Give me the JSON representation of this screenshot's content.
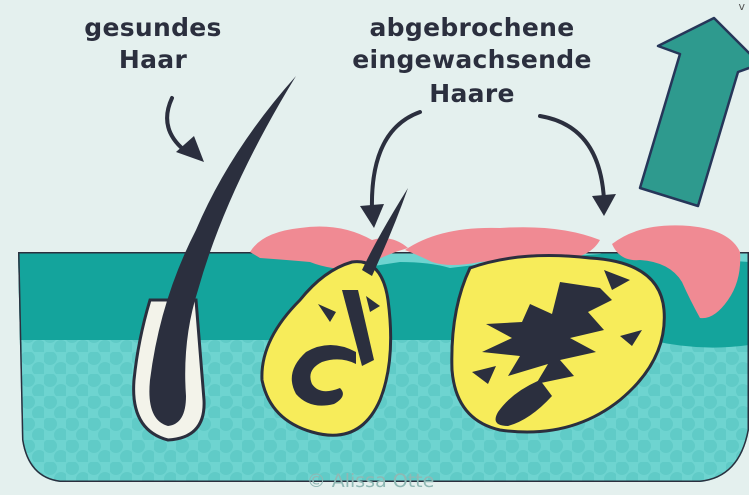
{
  "labels": {
    "healthy": [
      "gesundes",
      "Haar"
    ],
    "ingrown": [
      "abgebrochene",
      "eingewachsende",
      "Haare"
    ]
  },
  "corner_text": "v",
  "copyright": "© Alissa Otte",
  "colors": {
    "background": "#e4f0ee",
    "skin_top": "#14a49c",
    "skin_lower": "#6ed4d0",
    "dots": "#5cc8c4",
    "inflamed": "#f08a93",
    "follicle": "#f7ec5a",
    "hair": "#2b2f3e",
    "arrow_fill": "#2e9a8e",
    "arrow_stroke": "#263659"
  },
  "icons": [
    "curved-arrow-icon",
    "up-arrow-icon"
  ]
}
